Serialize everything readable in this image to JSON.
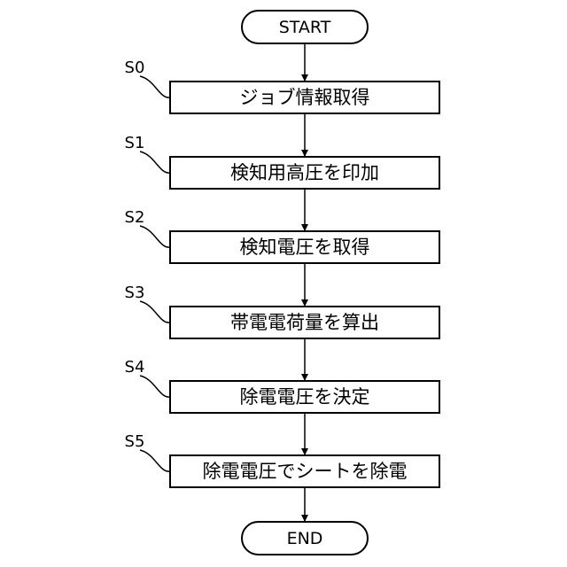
{
  "flowchart": {
    "start": "START",
    "end": "END",
    "steps": [
      {
        "label": "S0",
        "text": "ジョブ情報取得"
      },
      {
        "label": "S1",
        "text": "検知用高圧を印加"
      },
      {
        "label": "S2",
        "text": "検知電圧を取得"
      },
      {
        "label": "S3",
        "text": "帯電電荷量を算出"
      },
      {
        "label": "S4",
        "text": "除電電圧を決定"
      },
      {
        "label": "S5",
        "text": "除電電圧でシートを除電"
      }
    ]
  }
}
